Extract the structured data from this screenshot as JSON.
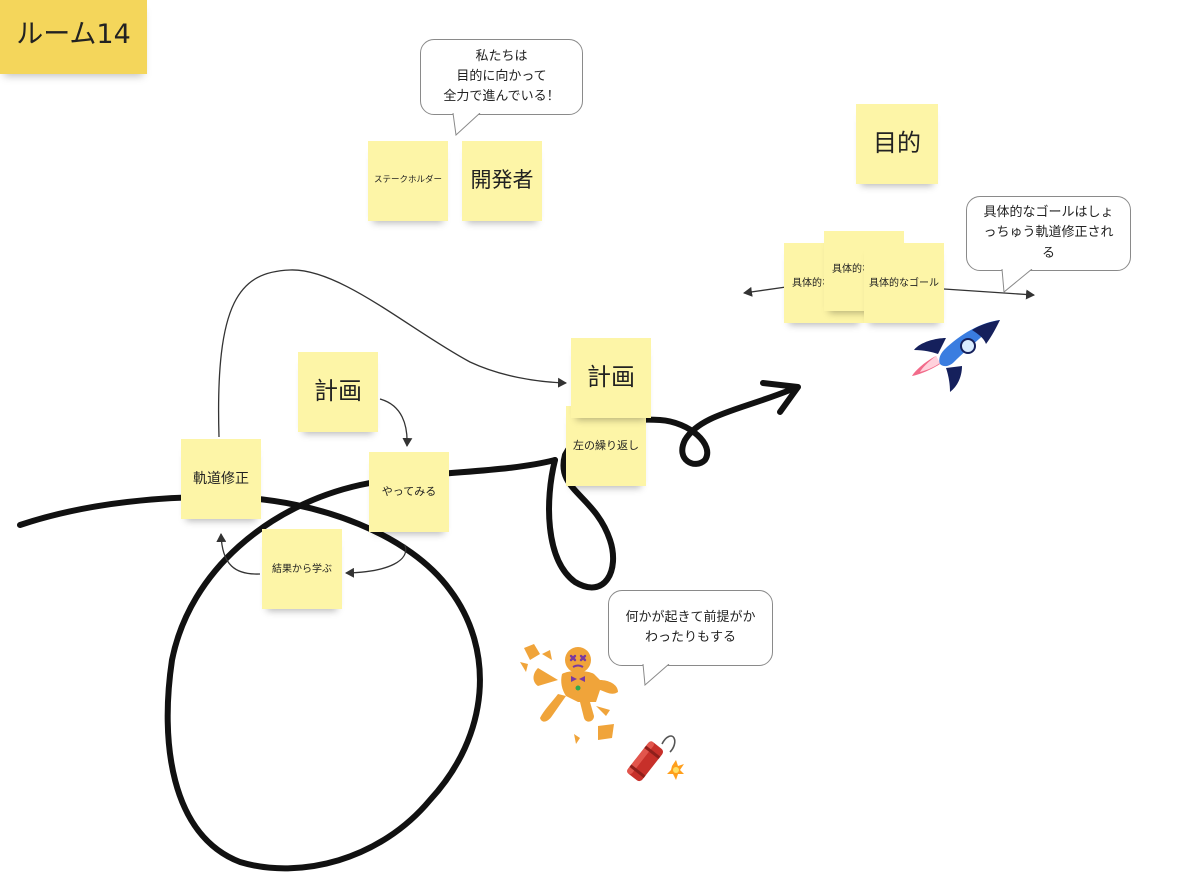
{
  "board": {
    "room_label": "ルーム14"
  },
  "stickies": {
    "stakeholder": "ステークホルダー",
    "developer": "開発者",
    "goal": "目的",
    "concrete_goal_1": "具体的な",
    "concrete_goal_2": "具体的な",
    "concrete_goal_3": "具体的なゴール",
    "plan_left": "計画",
    "plan_center": "計画",
    "repeat_left": "左の繰り返し",
    "course_correction": "軌道修正",
    "try_it": "やってみる",
    "learn_from_results": "結果から学ぶ"
  },
  "bubbles": {
    "team_message": "私たちは\n目的に向かって\n全力で進んでいる！",
    "goal_message": "具体的なゴールはしょ\nっちゅう軌道修正され\nる",
    "event_message": "何かが起きて前提がか\nわったりもする"
  },
  "icons": {
    "rocket": "rocket-icon",
    "gingerbread": "broken-gingerbread-icon",
    "dynamite": "dynamite-icon"
  },
  "colors": {
    "sticky": "#fdf5a7",
    "room_label": "#f4d65b",
    "ink": "#111111",
    "arrow": "#333333",
    "rocket_blue": "#3a7de0",
    "rocket_navy": "#15205c",
    "gingerbread": "#f0a43a",
    "dynamite": "#c7302a"
  }
}
